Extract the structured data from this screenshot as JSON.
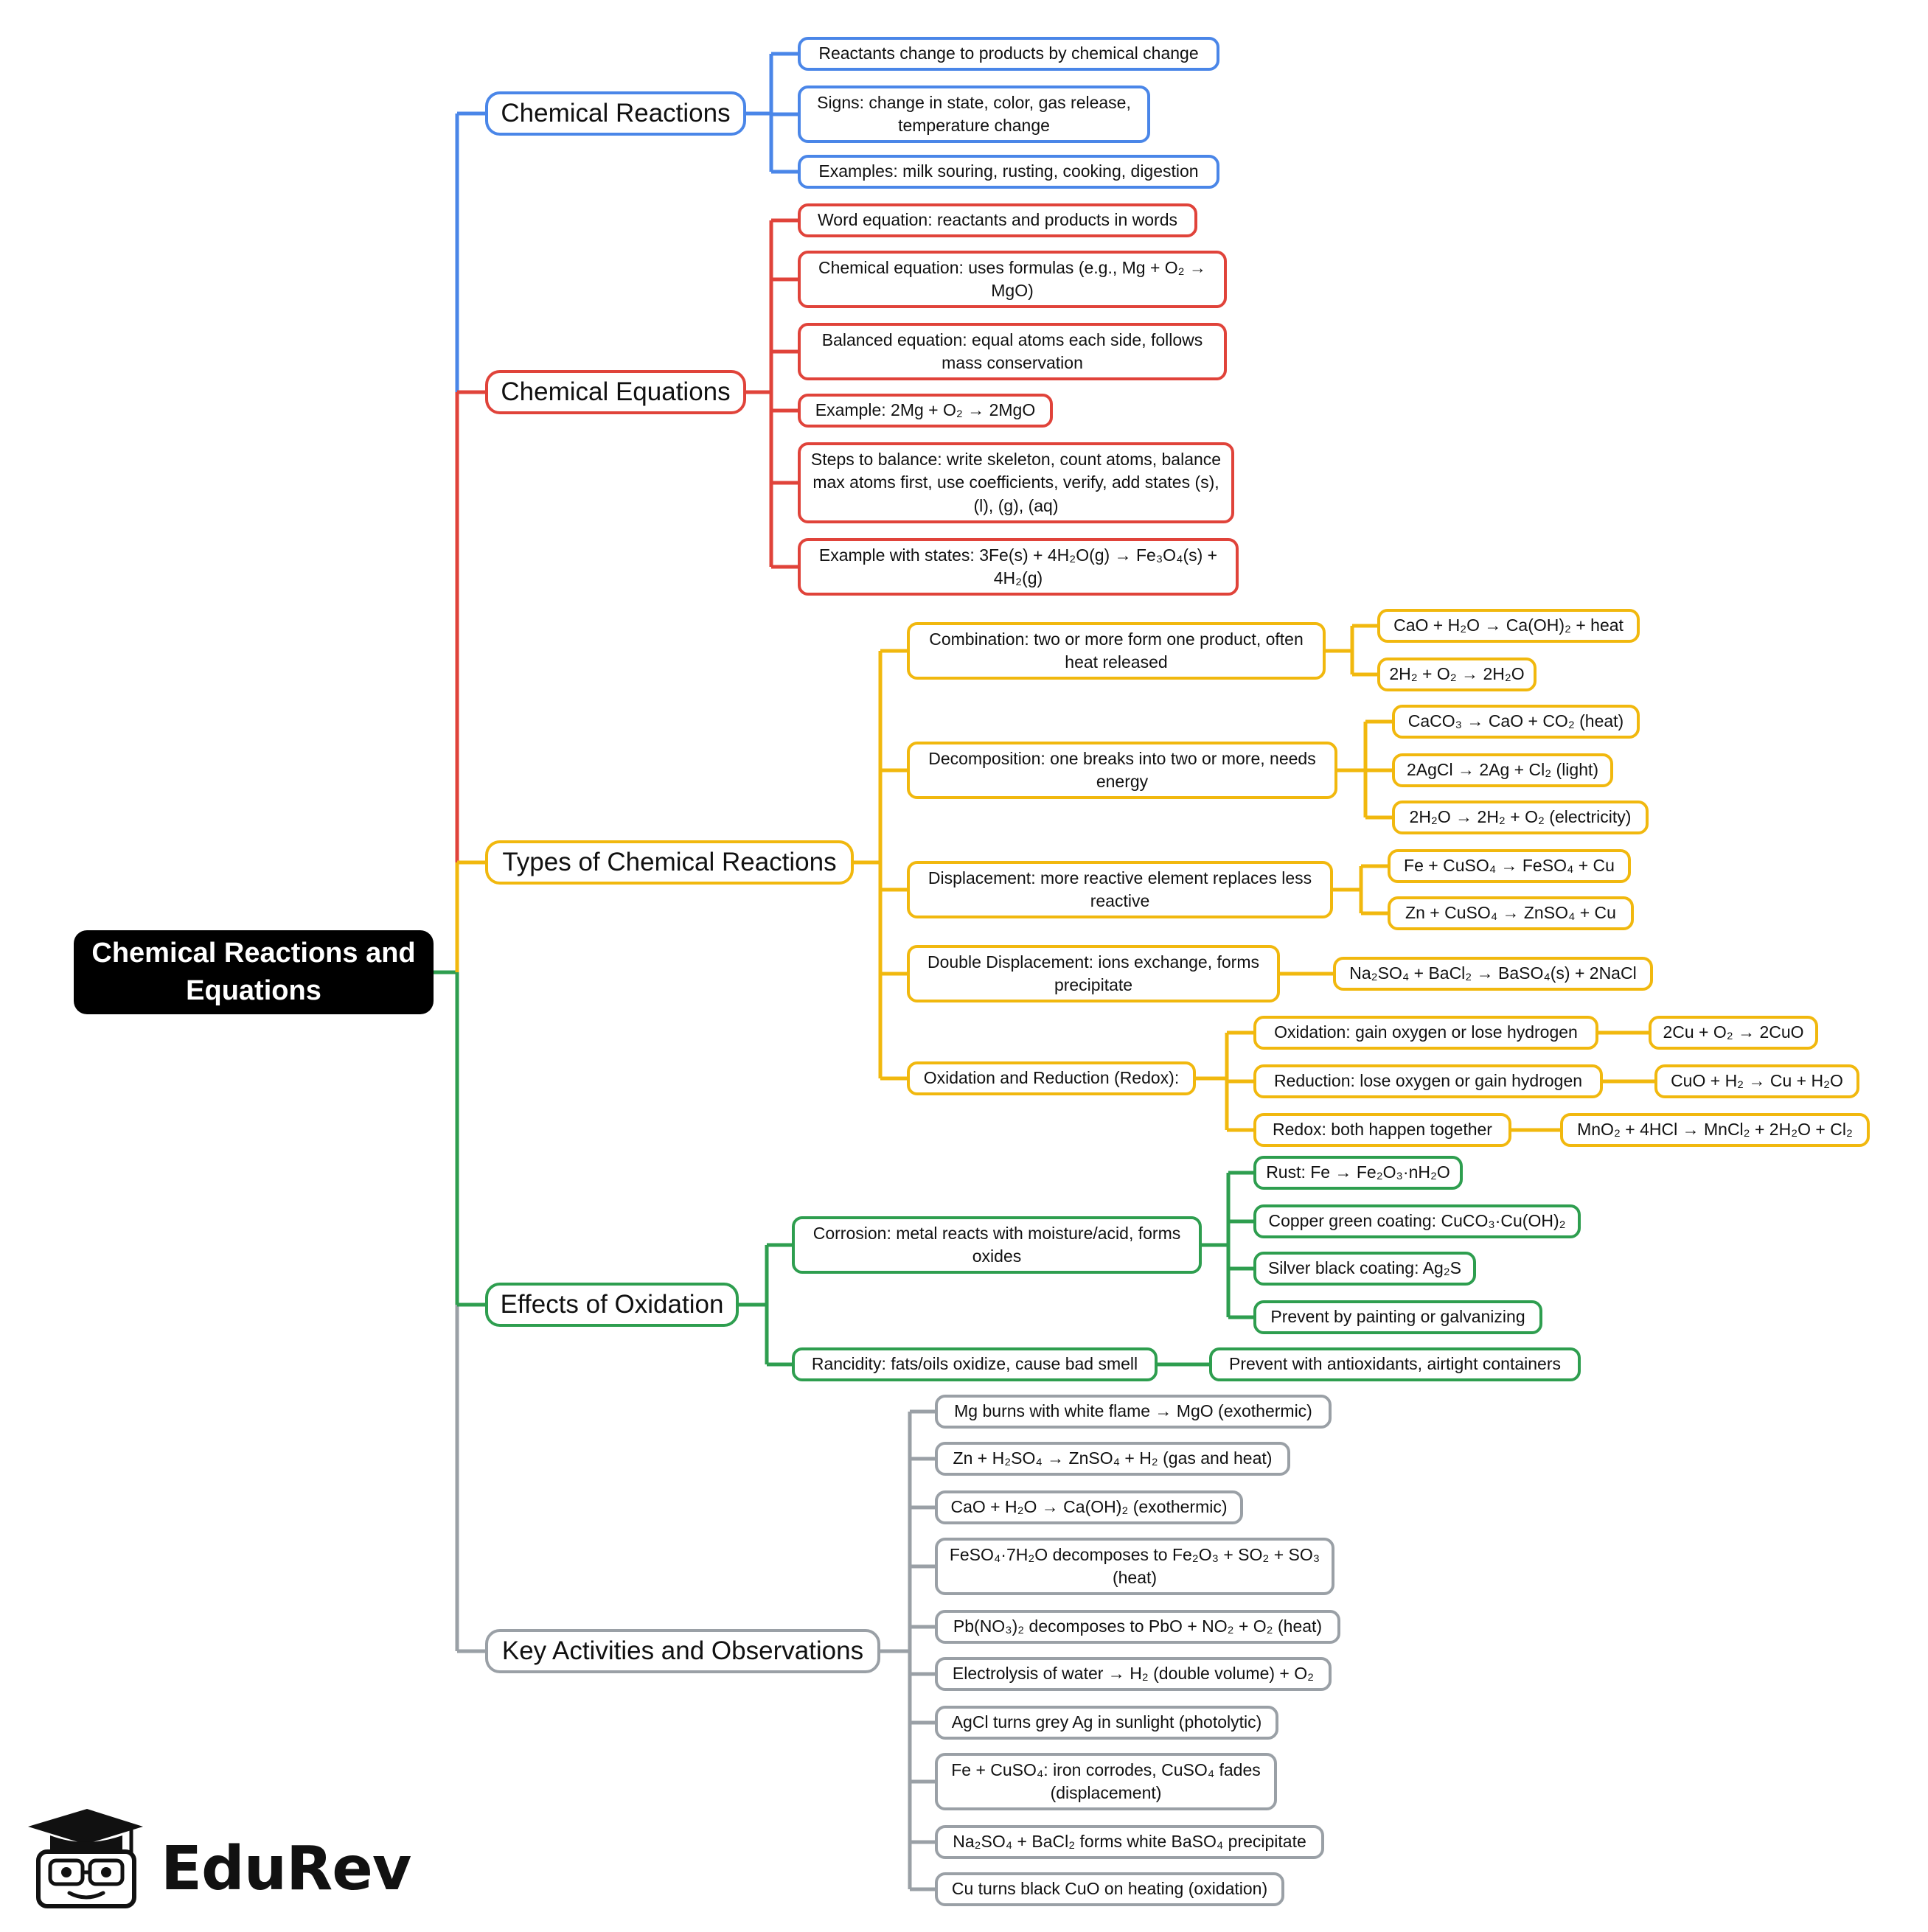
{
  "colors": {
    "blue": "#4a86e8",
    "red": "#e0433a",
    "yellow": "#f1b80e",
    "green": "#2e9e4f",
    "gray": "#9aa0a6",
    "root": "#000000"
  },
  "root": {
    "label": "Chemical Reactions and Equations"
  },
  "branches": {
    "reactions": {
      "label": "Chemical Reactions"
    },
    "equations": {
      "label": "Chemical Equations"
    },
    "types": {
      "label": "Types of Chemical Reactions"
    },
    "oxidation": {
      "label": "Effects of Oxidation"
    },
    "activities": {
      "label": "Key Activities and Observations"
    }
  },
  "reactions": [
    "Reactants change to products by chemical change",
    "Signs: change in state, color, gas release, temperature change",
    "Examples: milk souring, rusting, cooking, digestion"
  ],
  "equations": [
    "Word equation: reactants and products in words",
    "Chemical equation: uses formulas (e.g., Mg + O₂ → MgO)",
    "Balanced equation: equal atoms each side, follows mass conservation",
    "Example: 2Mg + O₂ → 2MgO",
    "Steps to balance: write skeleton, count atoms, balance max atoms first, use coefficients, verify, add states (s), (l), (g), (aq)",
    "Example with states: 3Fe(s) + 4H₂O(g) → Fe₃O₄(s) + 4H₂(g)"
  ],
  "types": {
    "combination": {
      "label": "Combination: two or more form one product, often heat released",
      "examples": [
        "CaO + H₂O → Ca(OH)₂ + heat",
        "2H₂ + O₂ → 2H₂O"
      ]
    },
    "decomposition": {
      "label": "Decomposition: one breaks into two or more, needs energy",
      "examples": [
        "CaCO₃ → CaO + CO₂ (heat)",
        "2AgCl → 2Ag + Cl₂ (light)",
        "2H₂O → 2H₂ + O₂ (electricity)"
      ]
    },
    "displacement": {
      "label": "Displacement: more reactive element replaces less reactive",
      "examples": [
        "Fe + CuSO₄ → FeSO₄ + Cu",
        "Zn + CuSO₄ → ZnSO₄ + Cu"
      ]
    },
    "double": {
      "label": "Double Displacement: ions exchange, forms precipitate",
      "examples": [
        "Na₂SO₄ + BaCl₂ → BaSO₄(s) + 2NaCl"
      ]
    },
    "redox": {
      "label": "Oxidation and Reduction (Redox):",
      "items": [
        {
          "label": "Oxidation: gain oxygen or lose hydrogen",
          "example": "2Cu + O₂ → 2CuO"
        },
        {
          "label": "Reduction: lose oxygen or gain hydrogen",
          "example": "CuO + H₂ → Cu + H₂O"
        },
        {
          "label": "Redox: both happen together",
          "example": "MnO₂ + 4HCl → MnCl₂ + 2H₂O + Cl₂"
        }
      ]
    }
  },
  "oxidation": {
    "corrosion": {
      "label": "Corrosion: metal reacts with moisture/acid, forms oxides",
      "items": [
        "Rust: Fe → Fe₂O₃·nH₂O",
        "Copper green coating: CuCO₃·Cu(OH)₂",
        "Silver black coating: Ag₂S",
        "Prevent by painting or galvanizing"
      ]
    },
    "rancidity": {
      "label": "Rancidity: fats/oils oxidize, cause bad smell",
      "items": [
        "Prevent with antioxidants, airtight containers"
      ]
    }
  },
  "activities": [
    "Mg burns with white flame → MgO (exothermic)",
    "Zn + H₂SO₄ → ZnSO₄ + H₂ (gas and heat)",
    "CaO + H₂O → Ca(OH)₂ (exothermic)",
    "FeSO₄·7H₂O decomposes to Fe₂O₃ + SO₂ + SO₃ (heat)",
    "Pb(NO₃)₂ decomposes to PbO + NO₂ + O₂ (heat)",
    "Electrolysis of water → H₂ (double volume) + O₂",
    "AgCl turns grey Ag in sunlight (photolytic)",
    "Fe + CuSO₄: iron corrodes, CuSO₄ fades (displacement)",
    "Na₂SO₄ + BaCl₂ forms white BaSO₄ precipitate",
    "Cu turns black CuO on heating (oxidation)"
  ],
  "logo": {
    "text": "EduRev"
  }
}
